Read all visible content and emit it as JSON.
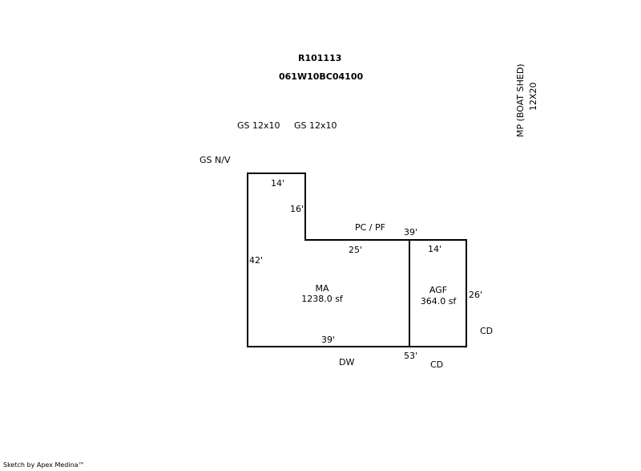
{
  "header": {
    "parcel_id": "R101113",
    "map_number": "061W10BC04100"
  },
  "annotations": {
    "gs1": "GS 12x10",
    "gs2": "GS 12x10",
    "gs_nv": "GS N/V",
    "mp_line1": "MP (BOAT SHED)",
    "mp_line2": "12X20",
    "pc_pf": "PC / PF",
    "dw": "DW",
    "cd1": "CD",
    "cd2": "CD"
  },
  "areas": {
    "ma": {
      "code": "MA",
      "size": "1238.0 sf"
    },
    "agf": {
      "code": "AGF",
      "size": "364.0 sf"
    }
  },
  "dimensions": {
    "d14_top": "14'",
    "d16": "16'",
    "d42": "42'",
    "d25": "25'",
    "d39_ma_bottom": "39'",
    "d39_top": "39'",
    "d14_agf": "14'",
    "d26": "26'",
    "d53": "53'"
  },
  "footer": "Sketch by Apex Medina™"
}
